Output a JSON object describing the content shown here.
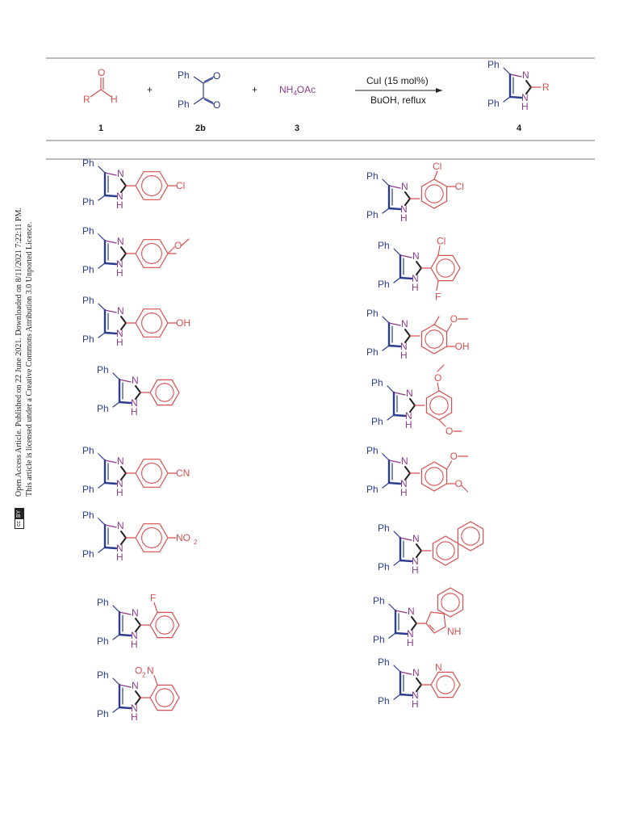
{
  "license": {
    "line1": "Open Access Article. Published on 22 June 2021. Downloaded on 8/11/2021 7:22:11 PM.",
    "line2": "This article is licensed under a Creative Commons Attribution 3.0 Unported Licence.",
    "badge_cc": "cc",
    "badge_by": "BY"
  },
  "reaction": {
    "aldehyde_o": "O",
    "aldehyde_r": "R",
    "aldehyde_h": "H",
    "plus": "+",
    "diketone_ph": "Ph",
    "diketone_o": "O",
    "reagent3_html": "NH4OAc",
    "reagent3_prefix": "NH",
    "reagent3_sub": "4",
    "reagent3_suffix": "OAc",
    "conditions_top": "CuI (15 mol%)",
    "conditions_bottom": "BuOH, reflux",
    "product_r": "R",
    "labels": [
      "1",
      "2b",
      "3",
      "4"
    ]
  },
  "atoms": {
    "ph": "Ph",
    "n": "N",
    "nh_n": "N",
    "nh_h": "H",
    "cl": "Cl",
    "oh": "OH",
    "cn": "CN",
    "no2": "NO2",
    "no2_sub": "2",
    "o2n": "O2N",
    "f": "F",
    "o": "O",
    "nh": "NH"
  },
  "products": [
    {
      "id": "p1",
      "substituent": "4-Cl-phenyl"
    },
    {
      "id": "p2",
      "substituent": "4-OMe-phenyl"
    },
    {
      "id": "p3",
      "substituent": "4-OH-phenyl"
    },
    {
      "id": "p4",
      "substituent": "phenyl"
    },
    {
      "id": "p5",
      "substituent": "4-CN-phenyl"
    },
    {
      "id": "p6",
      "substituent": "4-NO2-phenyl"
    },
    {
      "id": "p7",
      "substituent": "2-F-phenyl"
    },
    {
      "id": "p8",
      "substituent": "2-NO2-phenyl"
    },
    {
      "id": "p9",
      "substituent": "2,4-Cl2-phenyl"
    },
    {
      "id": "p10",
      "substituent": "2-Cl-6-F-phenyl"
    },
    {
      "id": "p11",
      "substituent": "4-OH-3-OMe-phenyl"
    },
    {
      "id": "p12",
      "substituent": "2,5-(OMe)2-phenyl"
    },
    {
      "id": "p13",
      "substituent": "3,4-(OMe)2-phenyl"
    },
    {
      "id": "p14",
      "substituent": "1-naphthyl"
    },
    {
      "id": "p15",
      "substituent": "3-indolyl"
    },
    {
      "id": "p16",
      "substituent": "2-pyridyl"
    }
  ],
  "colors": {
    "ph": "#2b3d8f",
    "imidazole": "#8e3b8e",
    "r_group": "#d84f4f",
    "rule": "#777777"
  }
}
